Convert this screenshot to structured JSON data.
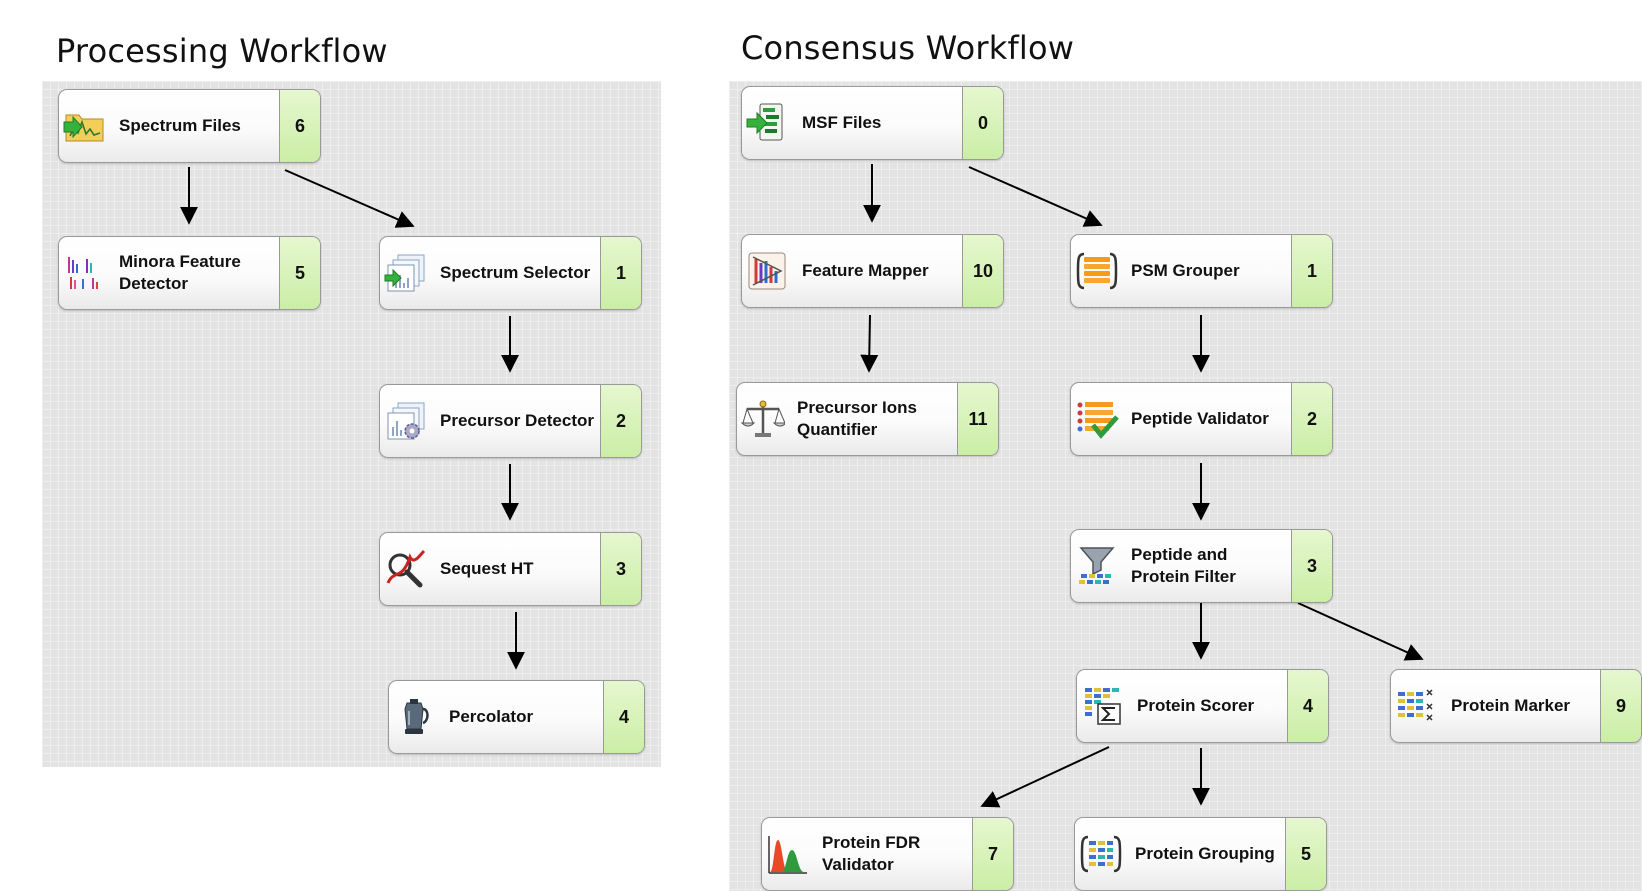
{
  "processing": {
    "title": "Processing Workflow",
    "nodes": [
      {
        "label": "Spectrum Files",
        "num": "6",
        "icon": "spectrum-files-icon"
      },
      {
        "label": "Minora Feature Detector",
        "num": "5",
        "icon": "minora-feature-icon"
      },
      {
        "label": "Spectrum Selector",
        "num": "1",
        "icon": "spectrum-selector-icon"
      },
      {
        "label": "Precursor Detector",
        "num": "2",
        "icon": "precursor-detector-icon"
      },
      {
        "label": "Sequest HT",
        "num": "3",
        "icon": "sequest-icon"
      },
      {
        "label": "Percolator",
        "num": "4",
        "icon": "percolator-icon"
      }
    ],
    "edges": [
      [
        "Spectrum Files",
        "Minora Feature Detector"
      ],
      [
        "Spectrum Files",
        "Spectrum Selector"
      ],
      [
        "Spectrum Selector",
        "Precursor Detector"
      ],
      [
        "Precursor Detector",
        "Sequest HT"
      ],
      [
        "Sequest HT",
        "Percolator"
      ]
    ]
  },
  "consensus": {
    "title": "Consensus Workflow",
    "nodes": [
      {
        "label": "MSF Files",
        "num": "0",
        "icon": "msf-files-icon"
      },
      {
        "label": "Feature Mapper",
        "num": "10",
        "icon": "feature-mapper-icon"
      },
      {
        "label": "PSM Grouper",
        "num": "1",
        "icon": "psm-grouper-icon"
      },
      {
        "label": "Precursor Ions Quantifier",
        "num": "11",
        "icon": "scale-icon"
      },
      {
        "label": "Peptide Validator",
        "num": "2",
        "icon": "peptide-validator-icon"
      },
      {
        "label": "Peptide and Protein Filter",
        "num": "3",
        "icon": "filter-icon"
      },
      {
        "label": "Protein Scorer",
        "num": "4",
        "icon": "protein-scorer-icon"
      },
      {
        "label": "Protein Marker",
        "num": "9",
        "icon": "protein-marker-icon"
      },
      {
        "label": "Protein FDR Validator",
        "num": "7",
        "icon": "fdr-validator-icon"
      },
      {
        "label": "Protein Grouping",
        "num": "5",
        "icon": "protein-grouping-icon"
      }
    ],
    "edges": [
      [
        "MSF Files",
        "Feature Mapper"
      ],
      [
        "MSF Files",
        "PSM Grouper"
      ],
      [
        "Feature Mapper",
        "Precursor Ions Quantifier"
      ],
      [
        "PSM Grouper",
        "Peptide Validator"
      ],
      [
        "Peptide Validator",
        "Peptide and Protein Filter"
      ],
      [
        "Peptide and Protein Filter",
        "Protein Scorer"
      ],
      [
        "Peptide and Protein Filter",
        "Protein Marker"
      ],
      [
        "Protein Scorer",
        "Protein FDR Validator"
      ],
      [
        "Protein Scorer",
        "Protein Grouping"
      ]
    ]
  }
}
